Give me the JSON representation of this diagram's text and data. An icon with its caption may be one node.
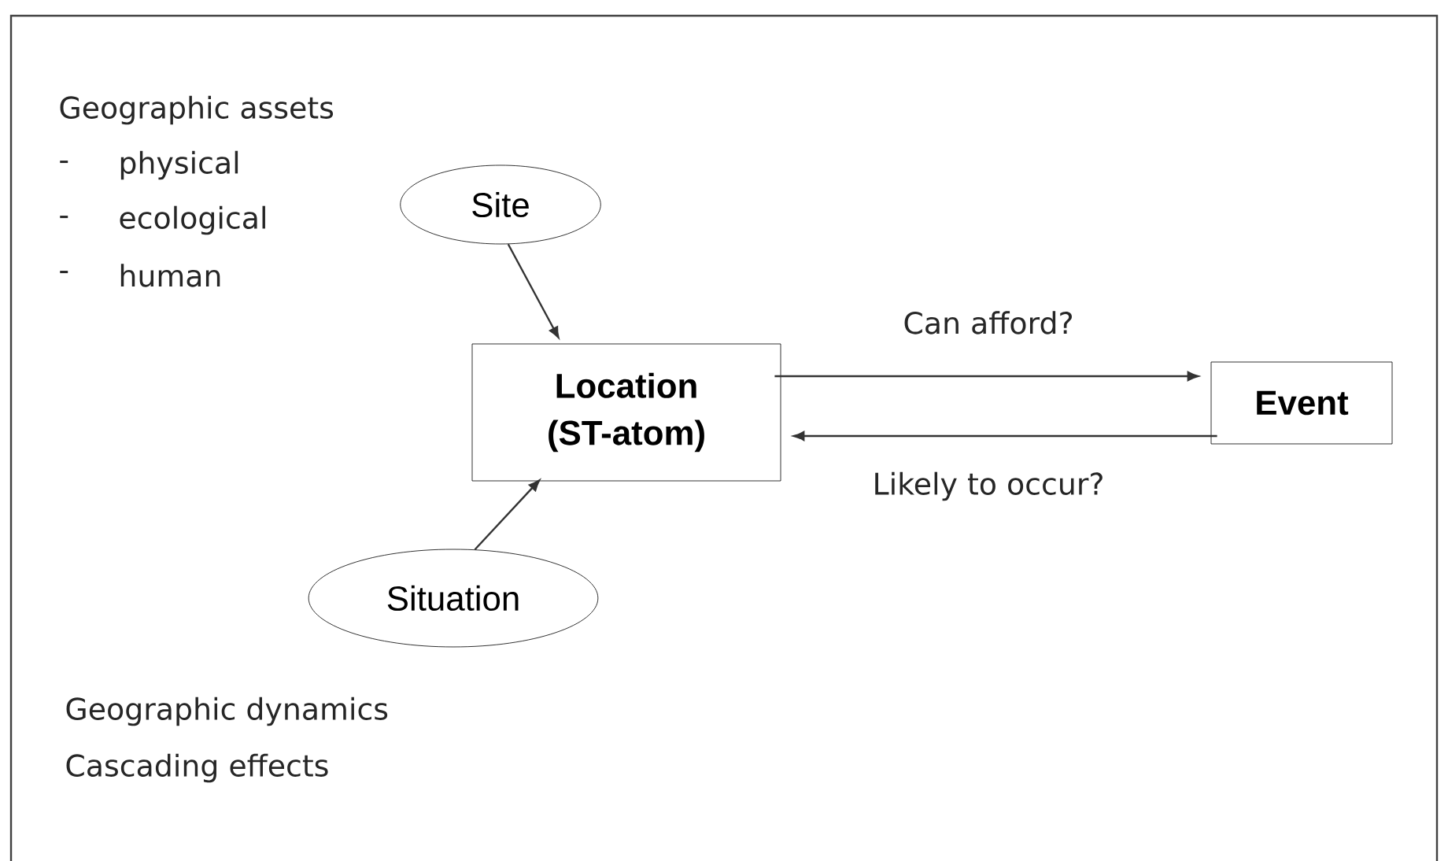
{
  "diagram": {
    "nodes": [
      {
        "text": [
          "Site"
        ]
      },
      {
        "text": [
          "Location (ST-atom)"
        ]
      },
      {
        "text": [
          "Event"
        ]
      },
      {
        "text": [
          "Situation"
        ]
      }
    ],
    "edges": [
      {
        "from": 0,
        "to": 1,
        "arrow": "to"
      },
      {
        "from": 3,
        "to": 1,
        "arrow": "to"
      },
      {
        "from": 1,
        "to": 2,
        "arrow": "to",
        "label": "Can afford?"
      },
      {
        "from": 2,
        "to": 1,
        "arrow": "to",
        "label": "Likely to occur?"
      }
    ],
    "labels": [
      "Geographic assets",
      "-",
      "physical",
      "-",
      "ecological",
      "-",
      "human",
      "Geographic dynamics",
      "Cascading effects"
    ]
  }
}
